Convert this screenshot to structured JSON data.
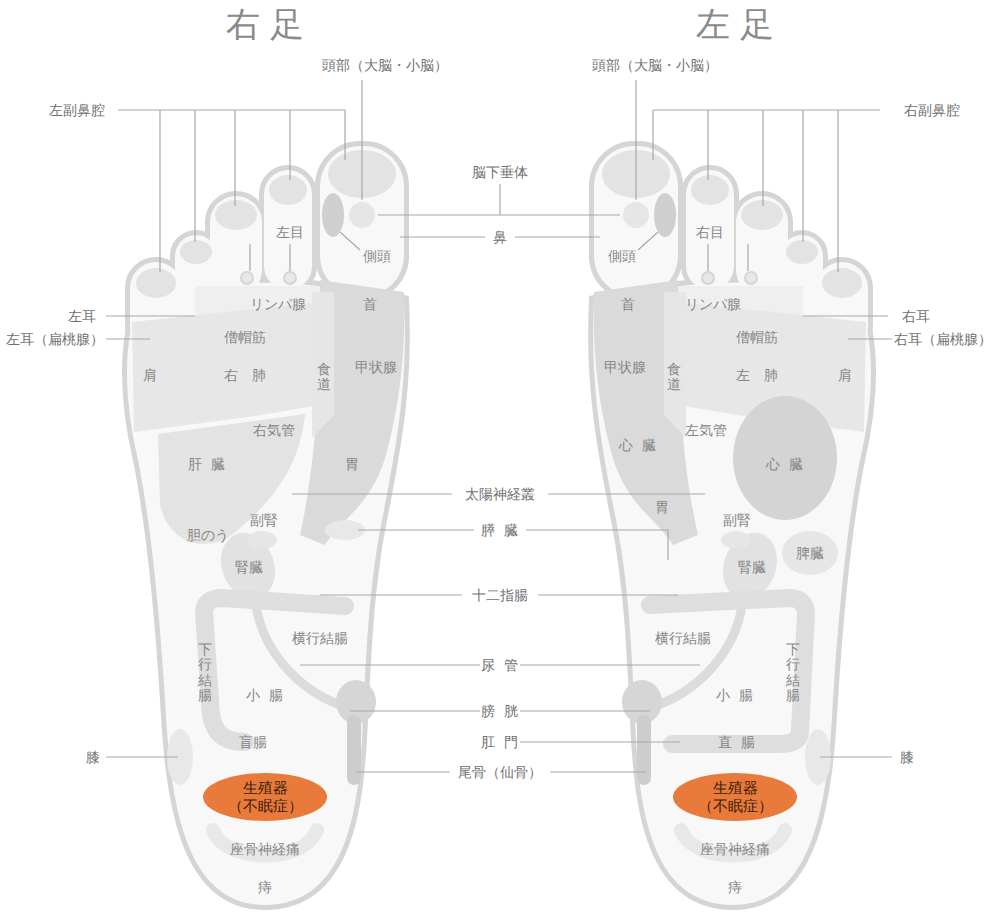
{
  "diagram": {
    "nodes": [
      {
        "text": [
          "生殖器 （不眠症）"
        ]
      },
      {
        "text": [
          "生殖器 （不眠症）"
        ]
      }
    ],
    "labels": [
      "右足",
      "左足",
      "頭部（大脳・小脳）",
      "頭部（大脳・小脳）",
      "左副鼻腔",
      "右副鼻腔",
      "脳下垂体",
      "鼻",
      "左目",
      "側頭",
      "右目",
      "側頭",
      "左耳",
      "右耳",
      "左耳（扁桃腺）",
      "右耳（扁桃腺）",
      "リンパ腺",
      "首",
      "首",
      "リンパ腺",
      "僧帽筋",
      "僧帽筋",
      "肩",
      "右肺",
      "食道",
      "甲状腺",
      "甲状腺",
      "食道",
      "左肺",
      "肩",
      "右気管",
      "左気管",
      "心臓",
      "肝臓",
      "胃",
      "心臓",
      "太陽神経叢",
      "胃",
      "副腎",
      "副腎",
      "胆のう",
      "膵臓",
      "脾臓",
      "腎臓",
      "腎臓",
      "十二指腸",
      "横行結腸",
      "横行結腸",
      "下行結腸",
      "下行結腸",
      "尿管",
      "小腸",
      "小腸",
      "膀胱",
      "盲腸",
      "肛門",
      "直腸",
      "膝",
      "膝",
      "尾骨（仙骨）",
      "座骨神経痛",
      "座骨神経痛",
      "痔",
      "痔"
    ]
  }
}
